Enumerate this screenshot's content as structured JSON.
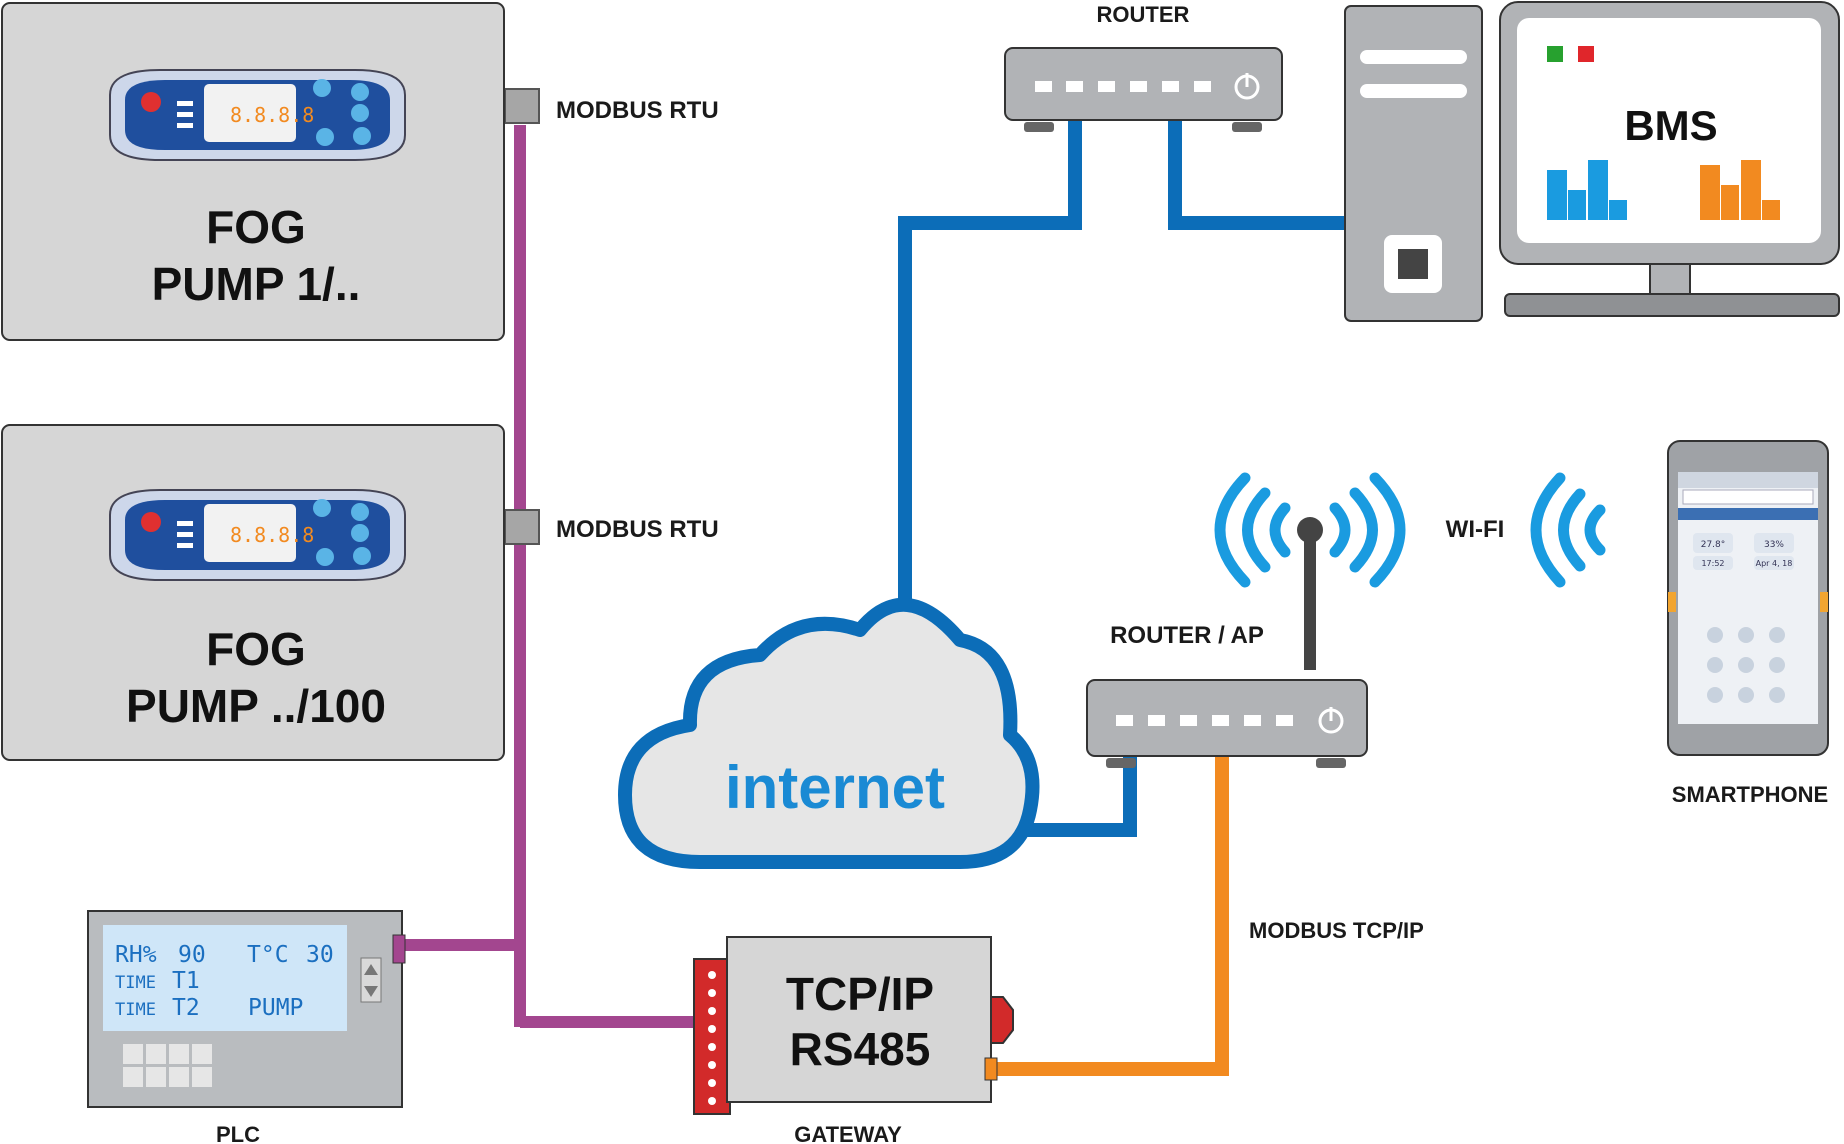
{
  "devices": {
    "fog_pump_1": {
      "line1": "FOG",
      "line2": "PUMP 1/.."
    },
    "fog_pump_2": {
      "line1": "FOG",
      "line2": "PUMP ../100"
    },
    "plc": {
      "label": "PLC",
      "display": {
        "rh_label": "RH%",
        "rh_value": "90",
        "temp_label": "T°C",
        "temp_value": "30",
        "time_label_1": "TIME",
        "time_value_1": "T1",
        "time_label_2": "TIME",
        "time_value_2": "T2",
        "mode": "PUMP"
      }
    },
    "gateway": {
      "line1": "TCP/IP",
      "line2": "RS485",
      "label": "GATEWAY"
    },
    "router": {
      "label": "ROUTER"
    },
    "router_ap": {
      "label": "ROUTER / AP"
    },
    "bms": {
      "label": "BMS"
    },
    "smartphone": {
      "label": "SMARTPHONE",
      "reading_1": "27.8°",
      "reading_2": "33%",
      "time_1": "17:52",
      "date_1": "Apr 4, 18"
    },
    "cloud": {
      "label": "internet"
    }
  },
  "connections": {
    "modbus_rtu_1": "MODBUS RTU",
    "modbus_rtu_2": "MODBUS RTU",
    "modbus_tcp": "MODBUS TCP/IP",
    "wifi": "WI-FI"
  },
  "colors": {
    "modbus_rtu_line": "#a3468f",
    "internet_line": "#0c6db8",
    "modbus_tcp_line": "#f28a20",
    "wifi_blue": "#1a9be0",
    "device_gray": "#d6d6d6"
  }
}
